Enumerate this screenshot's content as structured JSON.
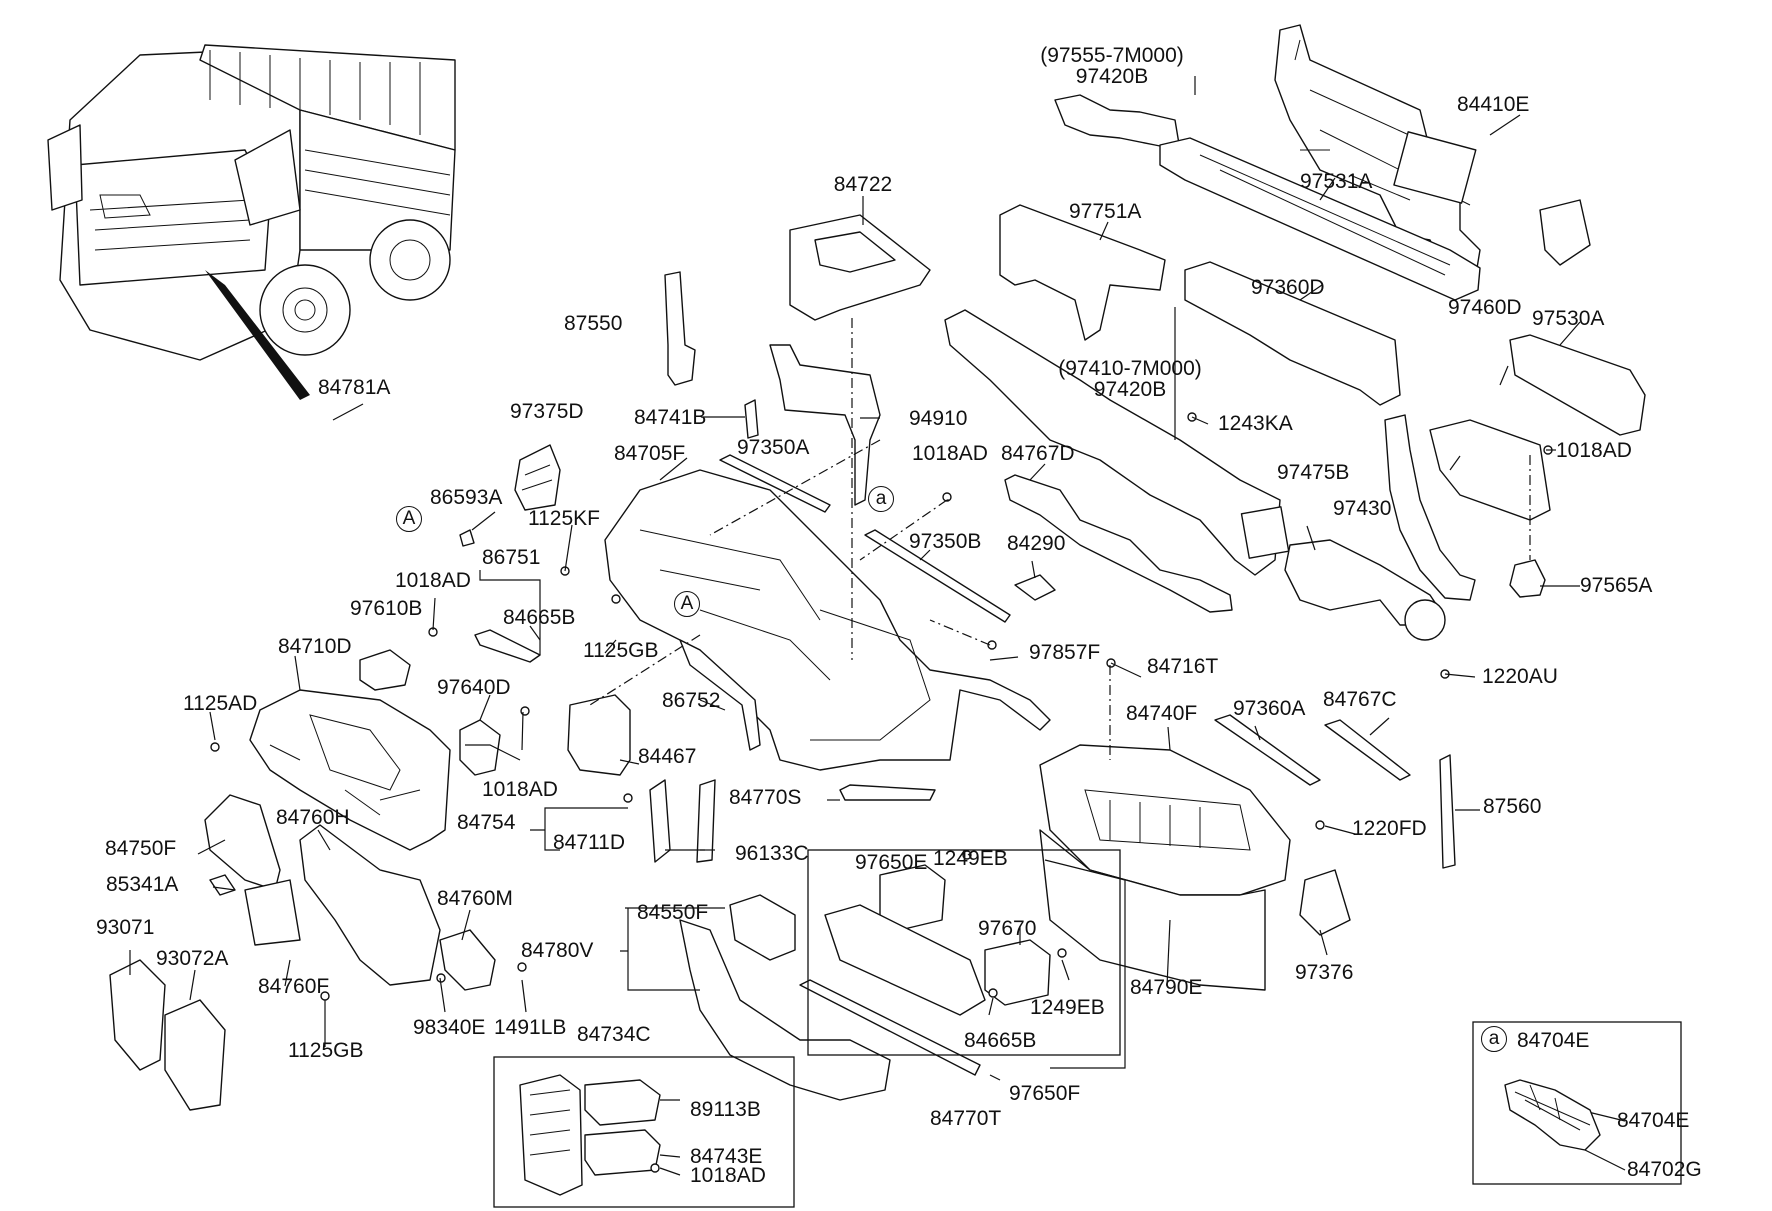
{
  "callout_markers": {
    "a": "a",
    "A": "A"
  },
  "part_labels": {
    "p97555_7M000": "(97555-7M000)",
    "p97420B_top": "97420B",
    "p84410E": "84410E",
    "p97531A": "97531A",
    "p84722": "84722",
    "p97751A": "97751A",
    "p87550": "87550",
    "p97360D": "97360D",
    "p97530A": "97530A",
    "p84781A": "84781A",
    "p97410_7M000": "(97410-7M000)",
    "p97420B_mid": "97420B",
    "p84741B": "84741B",
    "p94910": "94910",
    "p97375D": "97375D",
    "p1243KA": "1243KA",
    "p97460D": "97460D",
    "p84705F": "84705F",
    "p97350A": "97350A",
    "p1018AD_a": "1018AD",
    "p84767D": "84767D",
    "p1018AD_b": "1018AD",
    "p97475B": "97475B",
    "p86593A": "86593A",
    "p97430": "97430",
    "p1125KF": "1125KF",
    "p86751": "86751",
    "p97350B": "97350B",
    "p84290": "84290",
    "p1018AD_c": "1018AD",
    "p97565A": "97565A",
    "p97610B": "97610B",
    "p84665B_a": "84665B",
    "p1125GB_a": "1125GB",
    "p84710D": "84710D",
    "p97857F": "97857F",
    "p84716T": "84716T",
    "p1220AU": "1220AU",
    "p97640D": "97640D",
    "p1125AD": "1125AD",
    "p86752": "86752",
    "p84740F": "84740F",
    "p97360A": "97360A",
    "p84767C": "84767C",
    "p84467": "84467",
    "p1018AD_d": "1018AD",
    "p84770S": "84770S",
    "p87560": "87560",
    "p84754": "84754",
    "p84760H": "84760H",
    "p1220FD": "1220FD",
    "p84711D": "84711D",
    "p84750F": "84750F",
    "p96133C": "96133C",
    "p97650E": "97650E",
    "p1249EB_a": "1249EB",
    "p85341A": "85341A",
    "p84760M": "84760M",
    "p84550F": "84550F",
    "p93071": "93071",
    "p97670": "97670",
    "p97376": "97376",
    "p93072A": "93072A",
    "p84780V": "84780V",
    "p84760F": "84760F",
    "p1249EB_b": "1249EB",
    "p84790E": "84790E",
    "p98340E": "98340E",
    "p1491LB": "1491LB",
    "p84734C": "84734C",
    "p84665B_b": "84665B",
    "p1125GB_b": "1125GB",
    "p84704E_head": "84704E",
    "p89113B": "89113B",
    "p84770T": "84770T",
    "p97650F": "97650F",
    "p84704E": "84704E",
    "p84743E": "84743E",
    "p1018AD_e": "1018AD",
    "p84702G": "84702G"
  }
}
